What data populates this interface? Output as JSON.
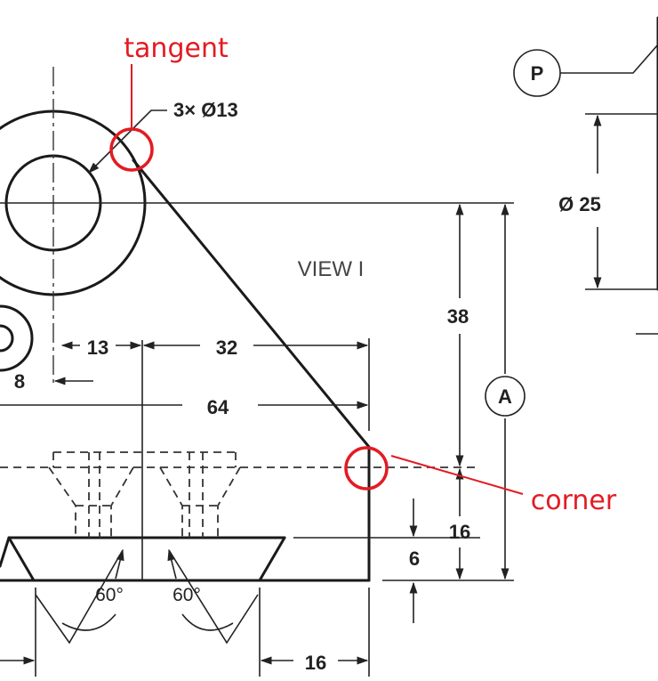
{
  "annotations": {
    "tangent": "tangent",
    "corner": "corner"
  },
  "drawing": {
    "view_label": "VIEW I",
    "hole_callout": "3× Ø13",
    "datum_p": "P",
    "datum_a": "A",
    "dim_diameter": "Ø 25",
    "dim_38": "38",
    "dim_16_right": "16",
    "dim_6": "6",
    "dim_13": "13",
    "dim_32": "32",
    "dim_64": "64",
    "dim_8": "8",
    "angle_left": "60°",
    "angle_right": "60°",
    "dim_16_bottom": "16"
  },
  "colors": {
    "annotation": "#e31b23",
    "ink": "#1a1a1a"
  }
}
